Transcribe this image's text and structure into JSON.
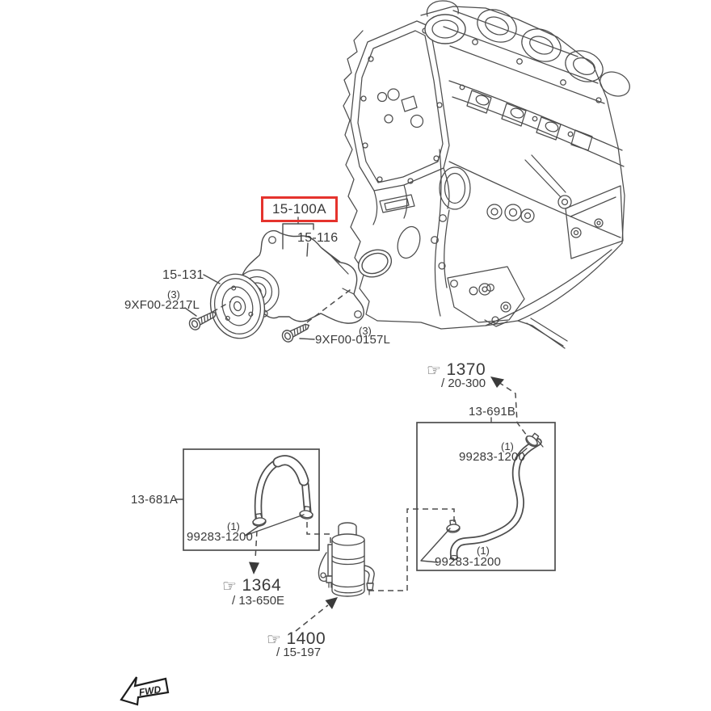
{
  "colors": {
    "highlight": "#e5332d",
    "ink": "#3a3a3a",
    "line": "#4d4d4d"
  },
  "callouts": {
    "selected": "15-100A",
    "oring": "15-116",
    "pulley": "15-131",
    "pulley_bolt": {
      "qty": "(3)",
      "part": "9XF00-2217L"
    },
    "pump_bolt": {
      "qty": "(3)",
      "part": "9XF00-0157L"
    },
    "hose_assembly_left": "13-681A",
    "hose_assembly_right": "13-691B",
    "clamp_left": {
      "qty": "(1)",
      "part": "99283-1200"
    },
    "clamp_right_top": {
      "qty": "(1)",
      "part": "99283-1200"
    },
    "clamp_right_bottom": {
      "qty": "(1)",
      "part": "99283-1200"
    }
  },
  "refs": {
    "r1370": {
      "icon": "☞",
      "num": "1370",
      "sub": "/ 20-300"
    },
    "r1364": {
      "icon": "☞",
      "num": "1364",
      "sub": "/ 13-650E"
    },
    "r1400": {
      "icon": "☞",
      "num": "1400",
      "sub": "/ 15-197"
    }
  },
  "fwd_label": "FWD"
}
